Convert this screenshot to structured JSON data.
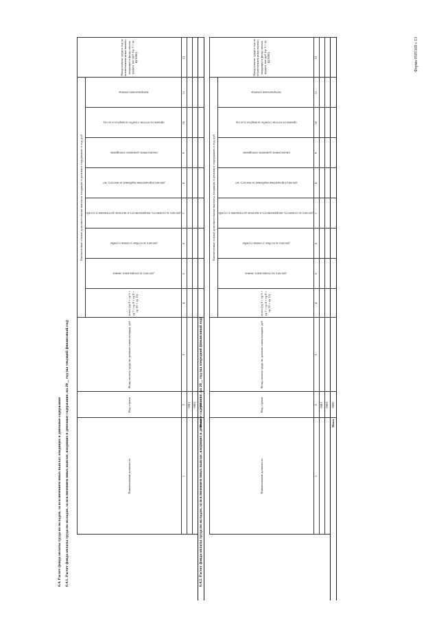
{
  "form_label": "Форма 0505169 с 13",
  "headings": {
    "h1": "6.4. Расчет фонда оплаты труда по окладам, за исключением иных выплат, входящих в денежное содержание",
    "h2": "6.4.1. Расчет фонда оплаты труда по окладам, за исключением иных выплат, входящих в денежное содержание, на  20__ год (на текущий финансовый год)",
    "h3": "6.4.2. Расчет фонда оплаты труда по окладам, за исключением иных выплат, входящих в денежное содержание, на  20__ год (на очередной финансовый год)"
  },
  "columns": {
    "position": "Наименование должности",
    "line_code": "Код строки",
    "salary_fund": "Фонд оплаты труда по должностным окладам, руб",
    "group_header": "Ежемесячные и иные дополнительные выплаты, входящих в денежное содержание, в год, руб",
    "total": "всего (гр 5 + гр 6 + гр 7 + гр 8 + гр 9 + гр 10 + гр 11)",
    "incl": "в том числе",
    "sub": [
      "доплата за специальное звание",
      "доплата за особые условия службы",
      "доплата за сложность, напряженность и высокие достижения в службе",
      "доплата (процентная надбавка) за выслугу лет",
      "ежемесячное денежное поощрение",
      "премии по итогам службы за квартал и за год",
      "материальная помощь"
    ],
    "fund_total": "Фонд оплаты труда в год за исключением иных выплат, входящих в фонд оплаты труда в тыс руб (гр 3 + гр 4)/1000)"
  },
  "col_numbers": [
    "1",
    "2",
    "3",
    "4",
    "5",
    "6",
    "7",
    "8",
    "9",
    "10",
    "11",
    "12"
  ],
  "rows": [
    {
      "code": "0001"
    },
    {
      "code": "0002"
    }
  ],
  "total_row": {
    "label": "Итого",
    "code": "9000"
  }
}
